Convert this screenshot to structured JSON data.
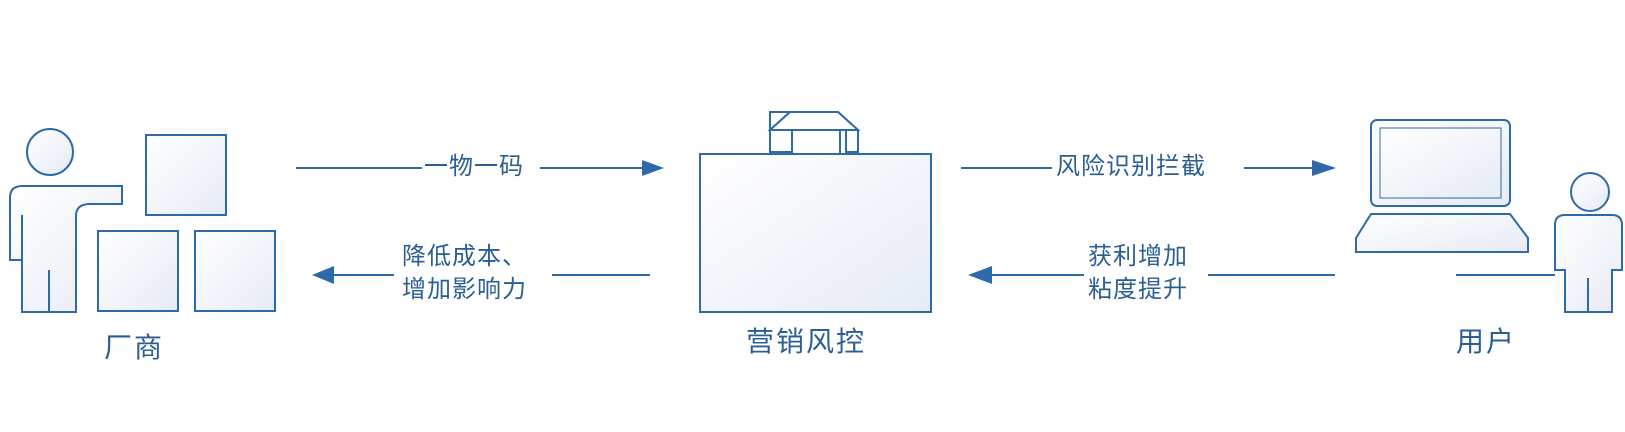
{
  "nodes": {
    "vendor": {
      "label": "厂商"
    },
    "risk_control": {
      "label": "营销风控"
    },
    "user": {
      "label": "用户"
    }
  },
  "edges": {
    "vendor_to_risk": {
      "label": "一物一码"
    },
    "risk_to_user": {
      "label": "风险识别拦截"
    },
    "user_to_risk": {
      "label_line1": "获利增加",
      "label_line2": "粘度提升"
    },
    "risk_to_vendor": {
      "label_line1": "降低成本、",
      "label_line2": "增加影响力"
    }
  },
  "colors": {
    "line": "#2e6aa9",
    "text": "#2b5e93",
    "fill_light": "#eef1f7"
  }
}
